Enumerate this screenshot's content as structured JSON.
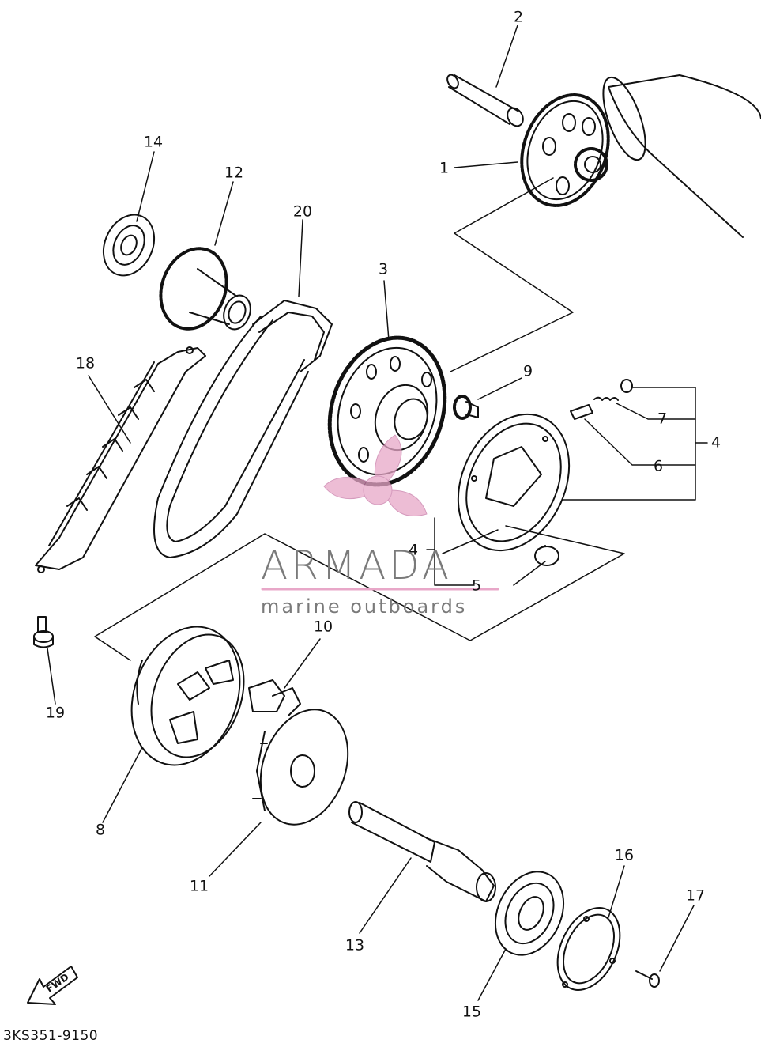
{
  "callouts": [
    "1",
    "2",
    "3",
    "4",
    "5",
    "6",
    "7",
    "8",
    "9",
    "10",
    "11",
    "12",
    "13",
    "14",
    "15",
    "16",
    "17",
    "18",
    "19",
    "20"
  ],
  "part_code": "3KS351-9150",
  "watermark": {
    "brand": "ARMADA",
    "sub": "marine outboards",
    "accent_color": "#e8a7c8",
    "text_color": "#7a7a7a"
  },
  "fwd_label": "FWD"
}
